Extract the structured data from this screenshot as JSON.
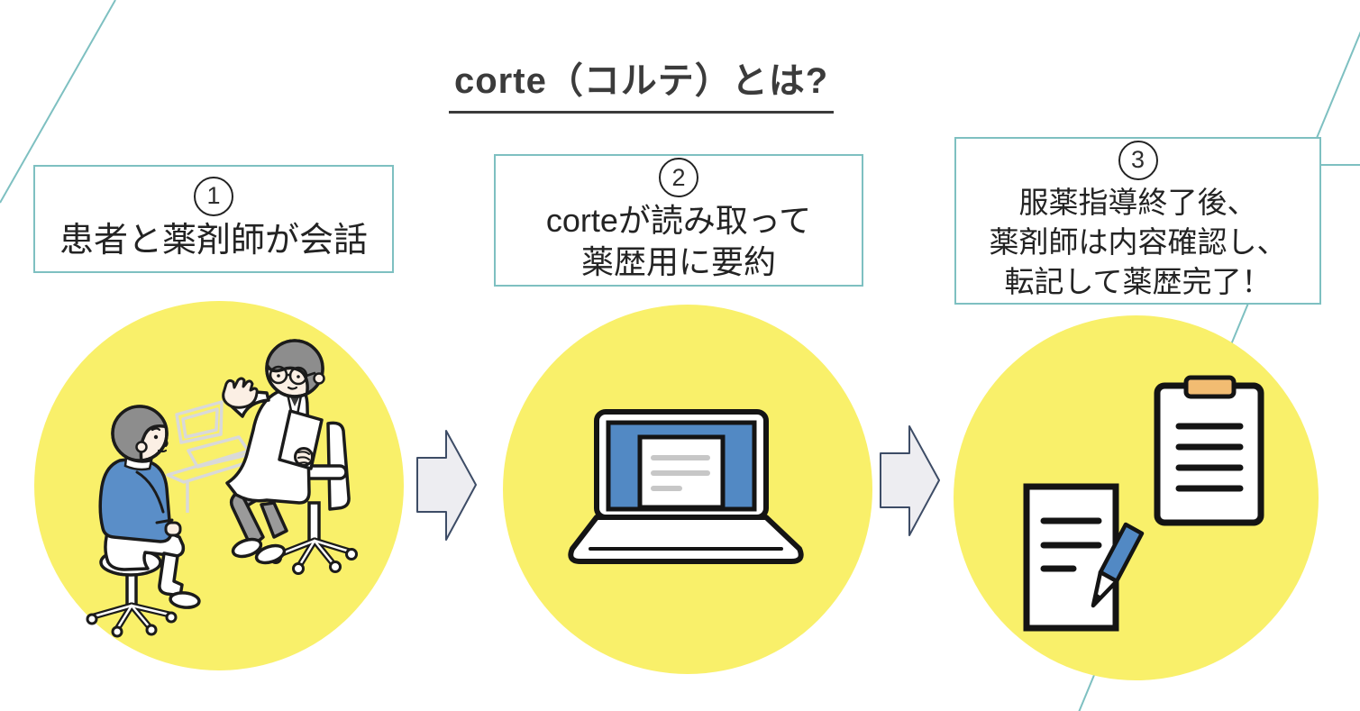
{
  "title": "corte（コルテ）とは?",
  "steps": [
    {
      "badge": "1",
      "lines": [
        "患者と薬剤師が会話"
      ],
      "illustration": "patient-pharmacist-conversation"
    },
    {
      "badge": "2",
      "lines": [
        "corteが読み取って",
        "薬歴用に要約"
      ],
      "illustration": "laptop-with-summary-document"
    },
    {
      "badge": "3",
      "lines": [
        "服薬指導終了後、",
        "薬剤師は内容確認し、",
        "転記して薬歴完了！"
      ],
      "illustration": "clipboard-and-note-with-pencil"
    }
  ],
  "colors": {
    "highlight_yellow": "#f9f06a",
    "accent_teal": "#7ec0c1",
    "brand_blue": "#5289c4",
    "clip_orange": "#f2bc72",
    "arrow_fill": "#ededf1",
    "arrow_border": "#3d4c66",
    "title_text": "#3b3b3b",
    "body_text": "#232323"
  }
}
